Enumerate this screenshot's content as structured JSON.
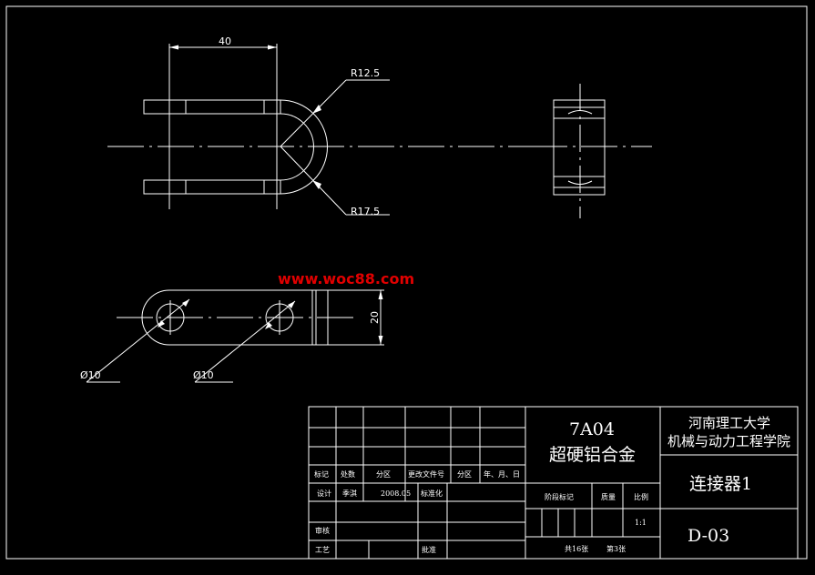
{
  "watermark": "www.woc88.com",
  "dimensions": {
    "width_40": "40",
    "r_inner": "R12.5",
    "r_outer": "R17.5",
    "height_20": "20",
    "hole_left": "Ø10",
    "hole_right": "Ø10"
  },
  "title_block": {
    "material_code": "7A04",
    "material_name": "超硬铝合金",
    "school": "河南理工大学",
    "college": "机械与动力工程学院",
    "part_name": "连接器1",
    "drawing_no": "D-03",
    "rev_headers": [
      "标记",
      "处数",
      "分区",
      "更改文件号",
      "分区",
      "年、月、日"
    ],
    "design_label": "设计",
    "designer": "季淇",
    "design_date": "2008.05",
    "standardization": "标准化",
    "stage_label": "阶段标记",
    "mass_label": "质量",
    "scale_label": "比例",
    "scale_value": "1:1",
    "review_label": "审核",
    "process_label": "工艺",
    "approve_label": "批准",
    "sheets_total": "共16张",
    "sheet_no": "第3张"
  },
  "colors": {
    "background": "#000000",
    "lines": "#ffffff",
    "watermark": "#e00000"
  }
}
